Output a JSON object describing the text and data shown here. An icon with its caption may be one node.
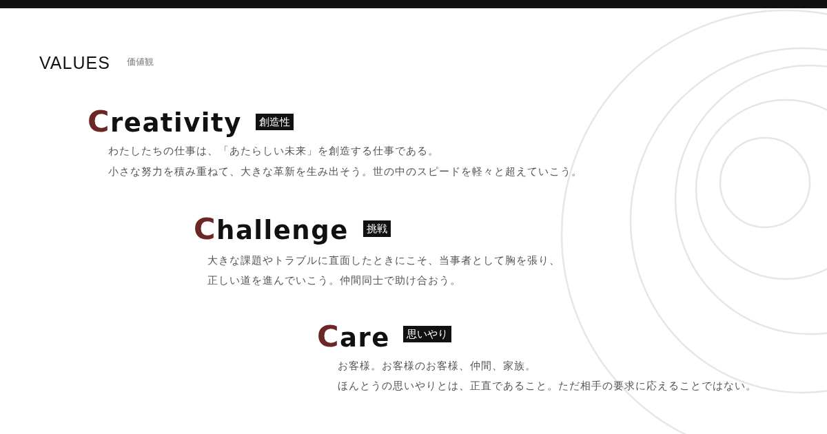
{
  "diagram": {
    "title": "VALUES",
    "nodes": [
      {
        "text": [
          "創造性"
        ]
      },
      {
        "text": [
          "挑戦"
        ]
      },
      {
        "text": [
          "思いやり"
        ]
      }
    ],
    "labels": [
      "価値観",
      "Creativity",
      "わたしたちの仕事は、「あたらしい未来」を創造する仕事である。",
      "小さな努力を積み重ねて、大きな革新を生み出そう。世の中のスピードを軽々と超えていこう。",
      "Challenge",
      "大きな課題やトラブルに直面したときにこそ、当事者として胸を張り、",
      "正しい道を進んでいこう。仲間同士で助け合おう。",
      "Care",
      "お客様。お客様のお客様、仲間、家族。",
      "ほんとうの思いやりとは、正直であること。ただ相手の要求に応えることではない。"
    ]
  }
}
